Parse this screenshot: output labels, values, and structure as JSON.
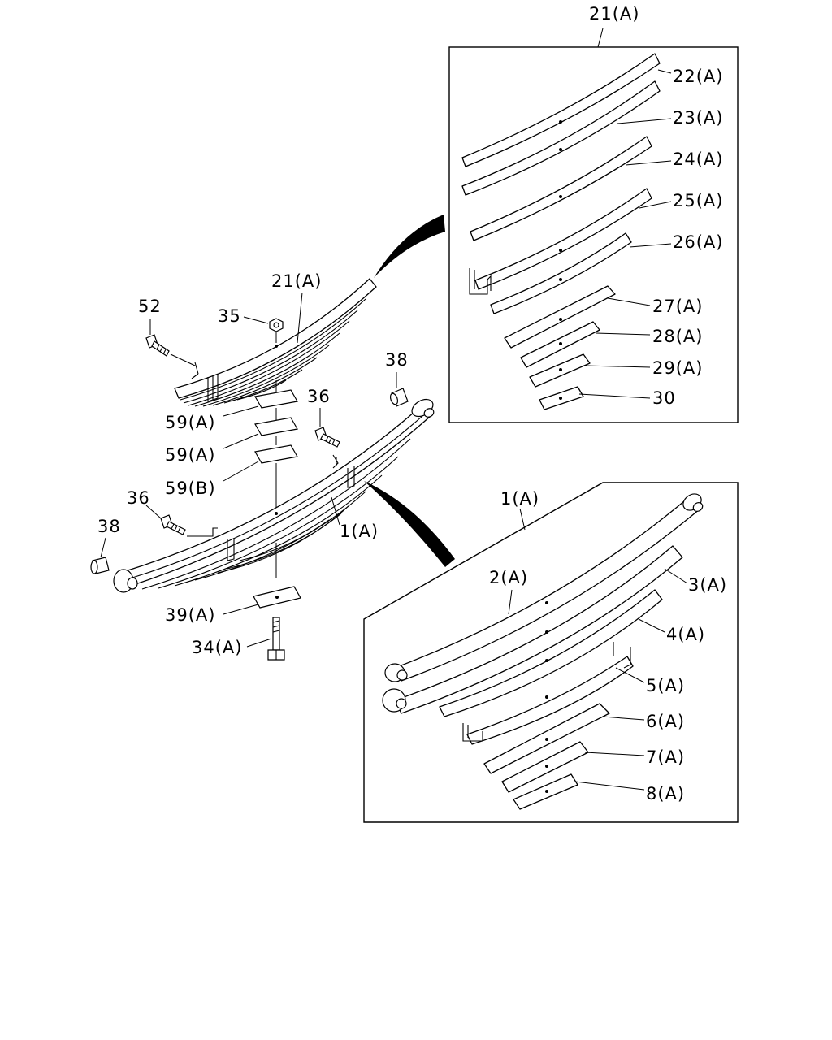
{
  "labels": {
    "l21a_top": "21(A)",
    "l22a": "22(A)",
    "l23a": "23(A)",
    "l24a": "24(A)",
    "l25a": "25(A)",
    "l26a": "26(A)",
    "l27a": "27(A)",
    "l28a": "28(A)",
    "l29a": "29(A)",
    "l30": "30",
    "l52": "52",
    "l35": "35",
    "l21a_main": "21(A)",
    "l38_right": "38",
    "l36_right": "36",
    "l59a_1": "59(A)",
    "l59a_2": "59(A)",
    "l59b": "59(B)",
    "l36_left": "36",
    "l38_left": "38",
    "l1a_main": "1(A)",
    "l39a": "39(A)",
    "l34a": "34(A)",
    "l1a_box": "1(A)",
    "l2a": "2(A)",
    "l3a": "3(A)",
    "l4a": "4(A)",
    "l5a": "5(A)",
    "l6a": "6(A)",
    "l7a": "7(A)",
    "l8a": "8(A)"
  }
}
